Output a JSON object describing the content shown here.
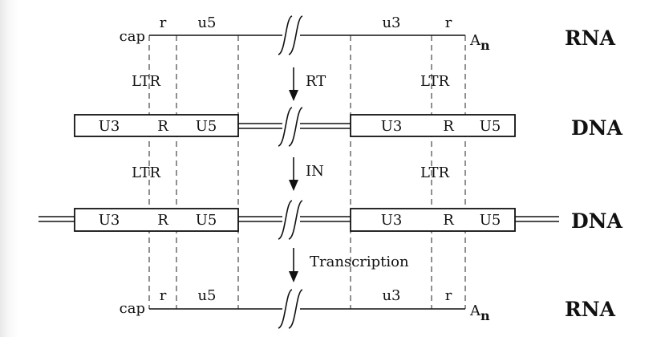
{
  "rows": {
    "rna_top": {
      "cap": "cap",
      "left_labels": [
        "r",
        "u5"
      ],
      "right_labels": [
        "u3",
        "r"
      ],
      "poly_a": "A",
      "poly_a_sub": "n",
      "type": "RNA"
    },
    "dna_1": {
      "left_box": [
        "U3",
        "R",
        "U5"
      ],
      "right_box": [
        "U3",
        "R",
        "U5"
      ],
      "type": "DNA"
    },
    "dna_2": {
      "left_box": [
        "U3",
        "R",
        "U5"
      ],
      "right_box": [
        "U3",
        "R",
        "U5"
      ],
      "type": "DNA"
    },
    "rna_bottom": {
      "cap": "cap",
      "left_labels": [
        "r",
        "u5"
      ],
      "right_labels": [
        "u3",
        "r"
      ],
      "poly_a": "A",
      "poly_a_sub": "n",
      "type": "RNA"
    }
  },
  "ltr_labels": {
    "left_1": "LTR",
    "right_1": "LTR",
    "left_2": "LTR",
    "right_2": "LTR"
  },
  "steps": {
    "step_1": "RT",
    "step_2": "IN",
    "step_3": "Transcription"
  }
}
